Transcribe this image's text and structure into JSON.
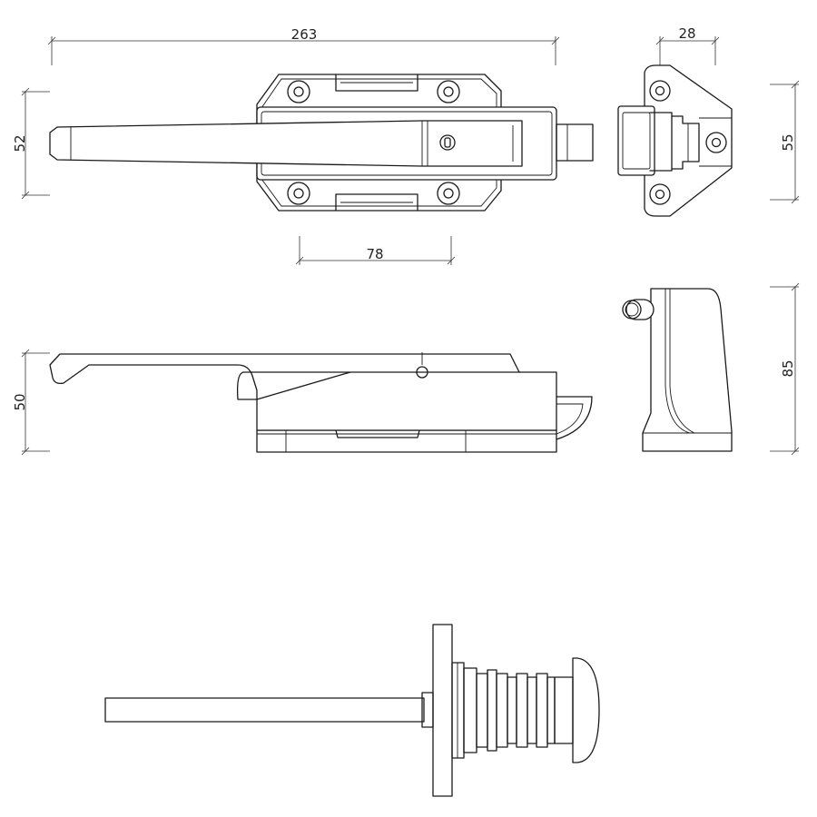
{
  "dimensions": {
    "overall_length": "263",
    "strike_width": "28",
    "handle_height_top": "52",
    "strike_height_top": "55",
    "hole_spacing": "78",
    "handle_height_side": "50",
    "strike_height_side": "85"
  }
}
